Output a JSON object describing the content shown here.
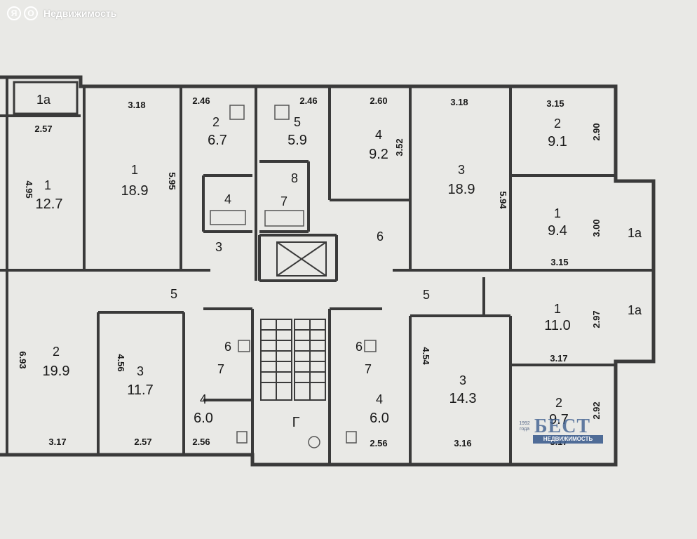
{
  "header": {
    "logo_letter": "Я",
    "logo_letter2": "О",
    "brand": "Недвижимость"
  },
  "watermark": {
    "year_line1": "1992",
    "year_line2": "года",
    "big": "БЕСТ",
    "band": "НЕДВИЖИМОСТЬ"
  },
  "rooms": [
    {
      "num": "1а",
      "area": ""
    },
    {
      "num": "1",
      "area": "12.7"
    },
    {
      "num": "1",
      "area": "18.9"
    },
    {
      "num": "2",
      "area": "6.7"
    },
    {
      "num": "5",
      "area": "5.9"
    },
    {
      "num": "4",
      "area": "9.2"
    },
    {
      "num": "3",
      "area": "18.9"
    },
    {
      "num": "2",
      "area": "9.1"
    },
    {
      "num": "1",
      "area": "9.4"
    },
    {
      "num": "1а",
      "area": ""
    },
    {
      "num": "4",
      "area": ""
    },
    {
      "num": "8",
      "area": ""
    },
    {
      "num": "7",
      "area": ""
    },
    {
      "num": "3",
      "area": ""
    },
    {
      "num": "6",
      "area": ""
    },
    {
      "num": "5",
      "area": ""
    },
    {
      "num": "5",
      "area": ""
    },
    {
      "num": "1",
      "area": "11.0"
    },
    {
      "num": "1а",
      "area": ""
    },
    {
      "num": "2",
      "area": "19.9"
    },
    {
      "num": "3",
      "area": "11.7"
    },
    {
      "num": "6",
      "area": ""
    },
    {
      "num": "7",
      "area": ""
    },
    {
      "num": "4",
      "area": "6.0"
    },
    {
      "num": "Г",
      "area": ""
    },
    {
      "num": "6",
      "area": ""
    },
    {
      "num": "7",
      "area": ""
    },
    {
      "num": "4",
      "area": "6.0"
    },
    {
      "num": "3",
      "area": "14.3"
    },
    {
      "num": "2",
      "area": "9.7"
    }
  ],
  "dimensions": [
    "2.57",
    "3.18",
    "2.46",
    "2.46",
    "2.60",
    "3.18",
    "3.15",
    "4.95",
    "5.95",
    "3.52",
    "5.94",
    "2.90",
    "3.00",
    "3.15",
    "2.97",
    "3.17",
    "6.93",
    "4.56",
    "4.54",
    "2.92",
    "3.17",
    "2.57",
    "2.56",
    "2.56",
    "3.16",
    "3.17"
  ]
}
